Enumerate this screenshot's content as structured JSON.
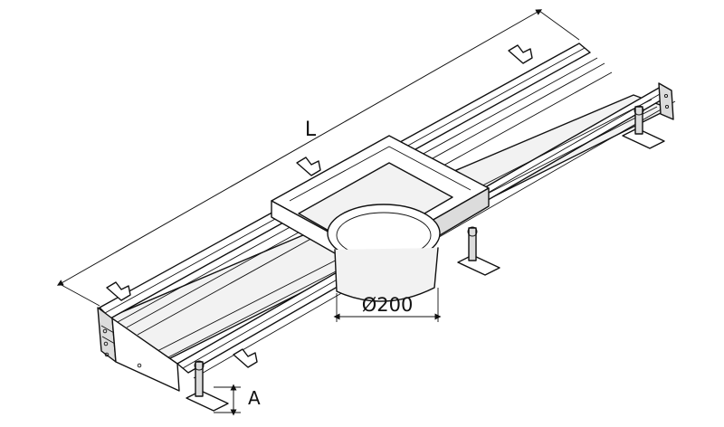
{
  "dimensions": {
    "length_label": "L",
    "diameter_label": "Ø200",
    "height_label": "A"
  }
}
